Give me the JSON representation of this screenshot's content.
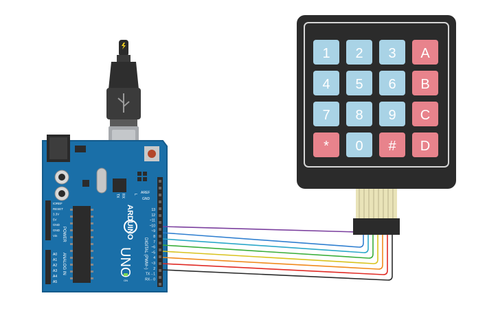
{
  "arduino": {
    "board_name": "UNO",
    "brand": "ARDUINO",
    "header_aref": "AREF",
    "header_gnd": "GND",
    "digital_pins": [
      "13",
      "12",
      "~11",
      "~10",
      "~9",
      "8",
      "7",
      "~6",
      "~5",
      "4",
      "~3",
      "2",
      "TX→1",
      "RX←0"
    ],
    "digital_label": "DIGITAL (PWM~)",
    "power_label": "POWER",
    "power_pins": [
      "IOREF",
      "RESET",
      "3.3V",
      "5V",
      "GND",
      "GND",
      "Vin"
    ],
    "analog_label": "ANALOG IN",
    "analog_pins": [
      "A0",
      "A1",
      "A2",
      "A3",
      "A4",
      "A5"
    ],
    "led_tx": "TX",
    "led_rx": "RX",
    "led_l": "L",
    "led_on": "ON"
  },
  "keypad": {
    "keys": [
      {
        "label": "1",
        "kind": "digit"
      },
      {
        "label": "2",
        "kind": "digit"
      },
      {
        "label": "3",
        "kind": "digit"
      },
      {
        "label": "A",
        "kind": "letter"
      },
      {
        "label": "4",
        "kind": "digit"
      },
      {
        "label": "5",
        "kind": "digit"
      },
      {
        "label": "6",
        "kind": "digit"
      },
      {
        "label": "B",
        "kind": "letter"
      },
      {
        "label": "7",
        "kind": "digit"
      },
      {
        "label": "8",
        "kind": "digit"
      },
      {
        "label": "9",
        "kind": "digit"
      },
      {
        "label": "C",
        "kind": "letter"
      },
      {
        "label": "*",
        "kind": "letter"
      },
      {
        "label": "0",
        "kind": "digit"
      },
      {
        "label": "#",
        "kind": "letter"
      },
      {
        "label": "D",
        "kind": "letter"
      }
    ],
    "digit_color": "#a9d3e6",
    "letter_color": "#e8838c",
    "body_color": "#2b2b2b"
  },
  "wires": [
    {
      "pin": "9",
      "color": "#7b3f9e"
    },
    {
      "pin": "8",
      "color": "#2f7fd0"
    },
    {
      "pin": "7",
      "color": "#2aa7c9"
    },
    {
      "pin": "6",
      "color": "#3aae3a"
    },
    {
      "pin": "5",
      "color": "#d8c21c"
    },
    {
      "pin": "4",
      "color": "#f08a1c"
    },
    {
      "pin": "3",
      "color": "#e02a24"
    },
    {
      "pin": "2",
      "color": "#2b2b2b"
    }
  ]
}
